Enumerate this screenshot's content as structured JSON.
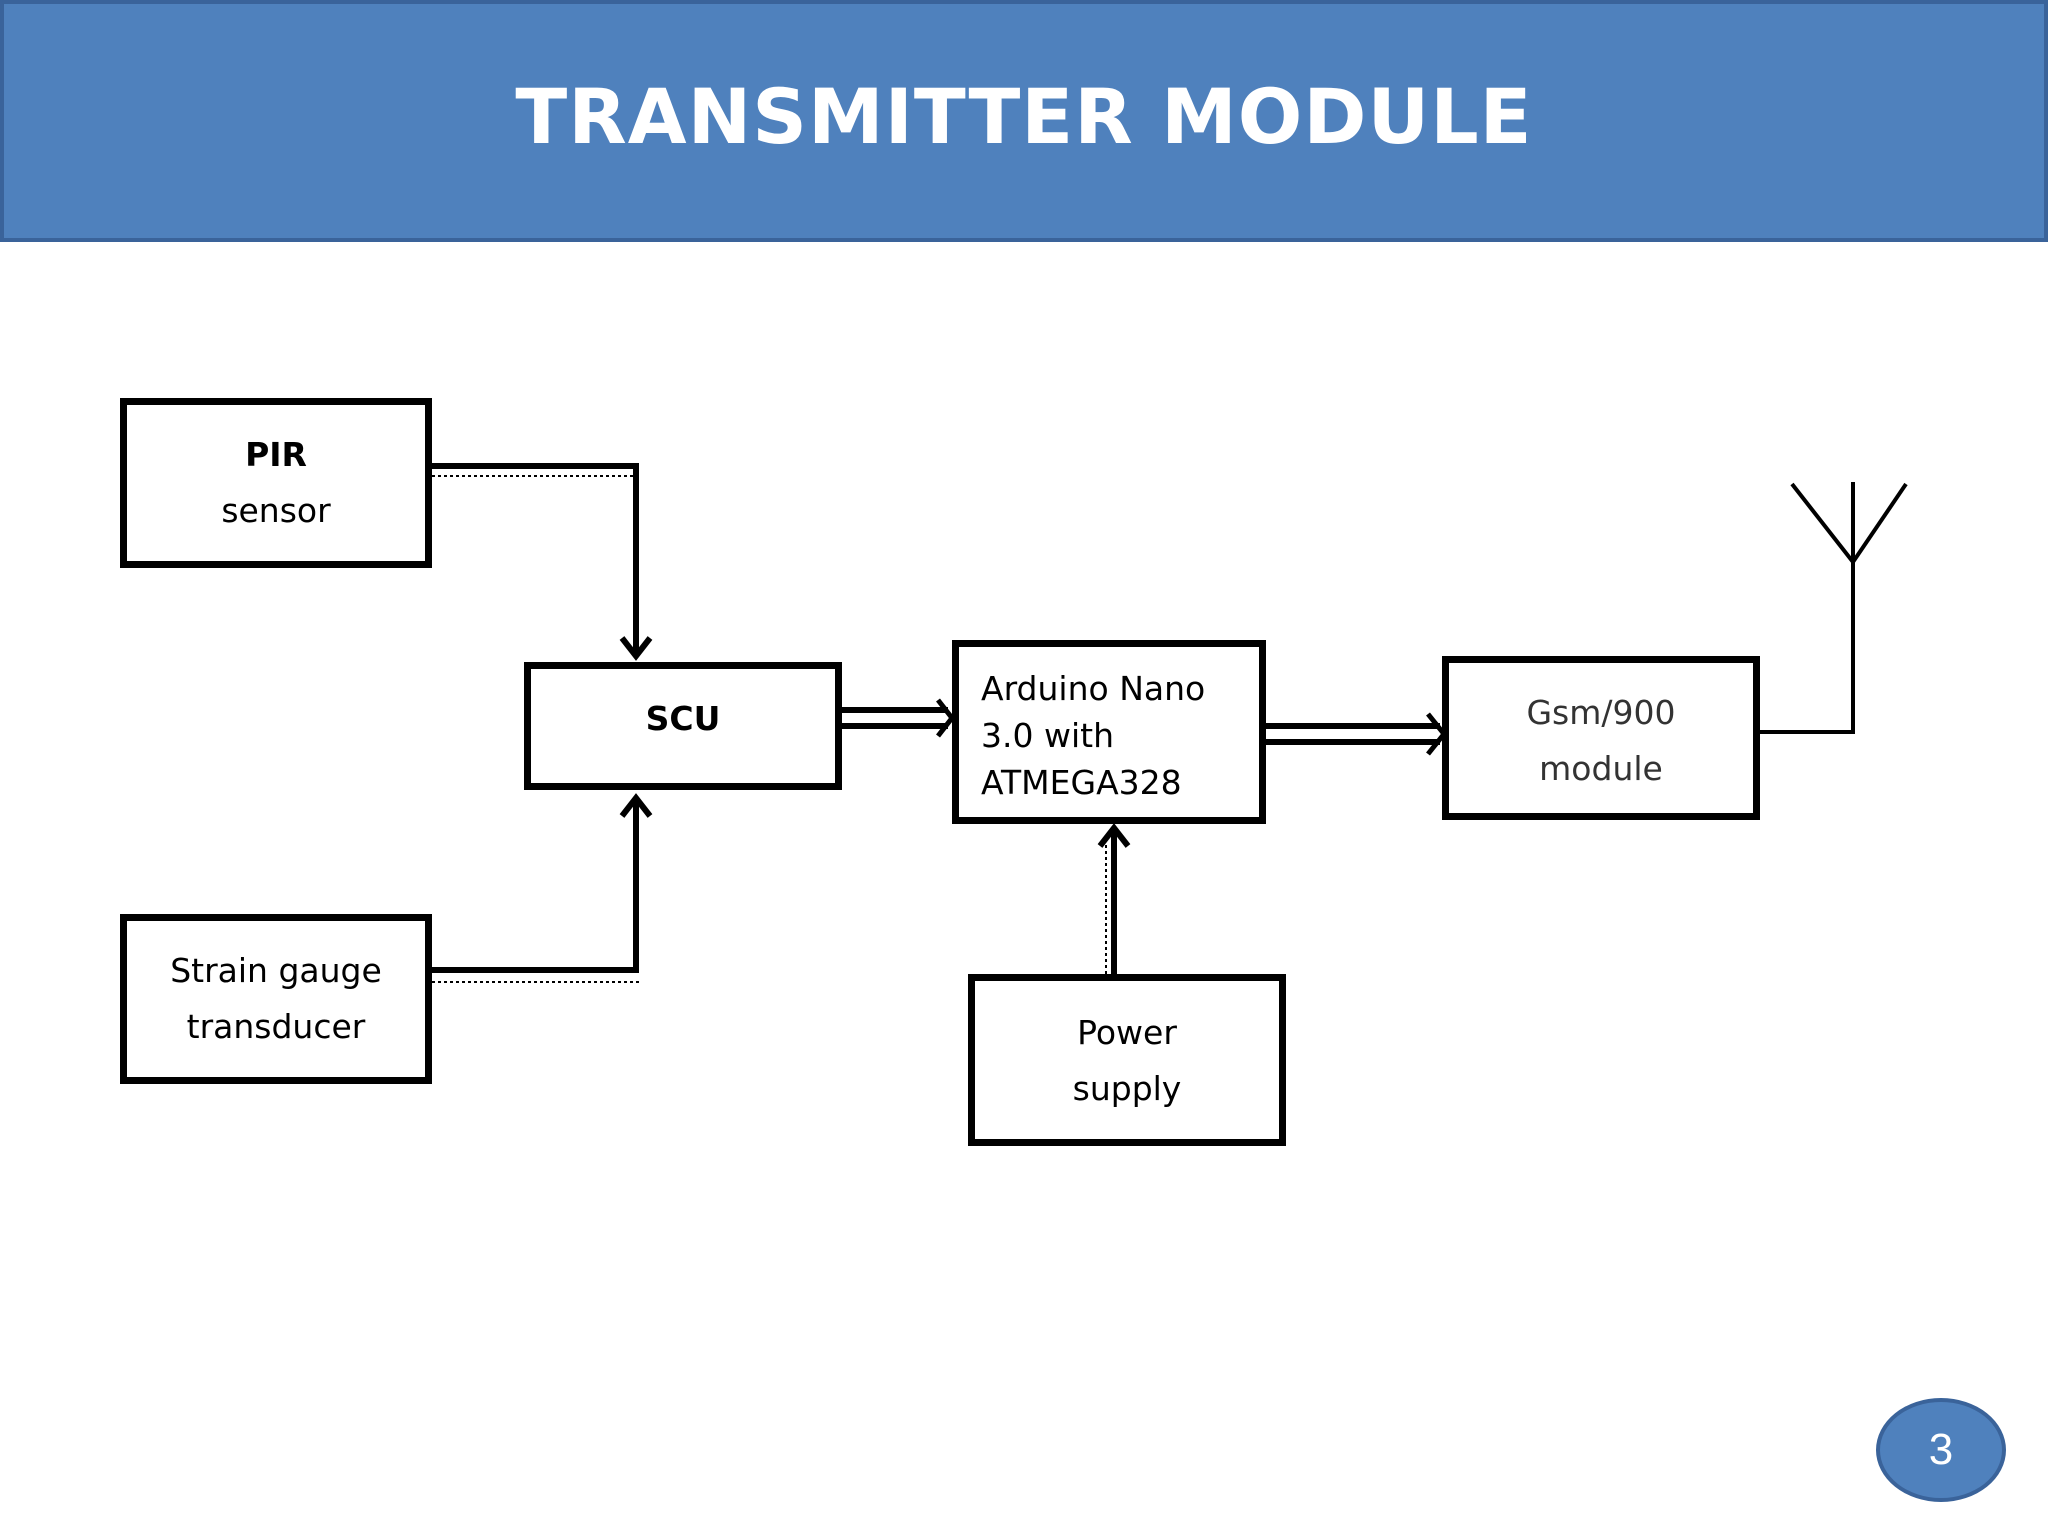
{
  "slide": {
    "title": "TRANSMITTER MODULE",
    "page_number": "3"
  },
  "colors": {
    "header_background": "#4f81bd",
    "header_text": "#ffffff",
    "block_border": "#000000",
    "badge_background": "#4f81bd"
  },
  "blocks": {
    "pir": {
      "line1": "PIR",
      "line2": "sensor"
    },
    "strain": {
      "line1": "Strain gauge",
      "line2": "transducer"
    },
    "scu": {
      "line1": "SCU"
    },
    "arduino": {
      "line1": "Arduino Nano",
      "line2": "3.0 with",
      "line3": "ATMEGA328"
    },
    "gsm": {
      "line1": "Gsm/900",
      "line2": "module"
    },
    "power": {
      "line1": "Power",
      "line2": "supply"
    }
  },
  "icons": {
    "antenna": "antenna-icon"
  }
}
